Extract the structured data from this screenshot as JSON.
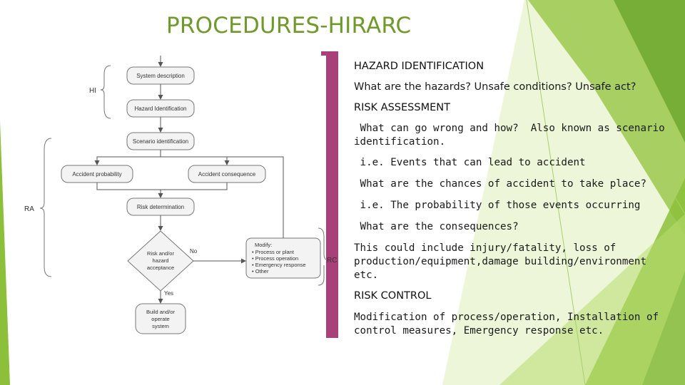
{
  "slide": {
    "title": "PROCEDURES-HIRARC",
    "colors": {
      "green_primary": "#7cb82f",
      "green_light": "#c9e58a",
      "accent_magenta": "#a8417a",
      "title_green": "#6e9a2a"
    }
  },
  "diagram": {
    "boxes": {
      "system_description": "System description",
      "hazard_identification": "Hazard Identification",
      "scenario_identification": "Scenario identification",
      "accident_probability": "Accident probability",
      "accident_consequence": "Accident consequence",
      "risk_determination": "Risk determination",
      "decision_line1": "Risk and/or",
      "decision_line2": "hazard",
      "decision_line3": "acceptance",
      "build_line1": "Build and/or",
      "build_line2": "operate",
      "build_line3": "system"
    },
    "modify": {
      "heading": "Modify:",
      "items": [
        "• Process or plant",
        "• Process operation",
        "• Emergency response",
        "• Other"
      ]
    },
    "edge_labels": {
      "no": "No",
      "yes": "Yes"
    },
    "bracket_labels": {
      "hi": "HI",
      "ra": "RA",
      "rc": "RC"
    }
  },
  "content": {
    "hazard_identification_heading": "HAZARD IDENTIFICATION",
    "hazard_question": "What are the hazards? Unsafe conditions? Unsafe act?",
    "risk_assessment_heading": "RISK ASSESSMENT",
    "ra_line1": " What can go wrong and how?  Also known as scenario",
    "ra_line2": "identification.",
    "ra_ie1": " i.e. Events that can lead to accident",
    "ra_chances": " What are the chances of accident to take place?",
    "ra_ie2": " i.e. The probability of those events occurring",
    "ra_consequences": " What are the consequences?",
    "ra_include1": "This could include injury/fatality, loss of",
    "ra_include2": "production/equipment,damage building/environment",
    "ra_include3": "etc.",
    "risk_control_heading": "RISK CONTROL",
    "rc_line1": "Modification of process/operation, Installation of",
    "rc_line2": "control measures, Emergency response etc."
  }
}
